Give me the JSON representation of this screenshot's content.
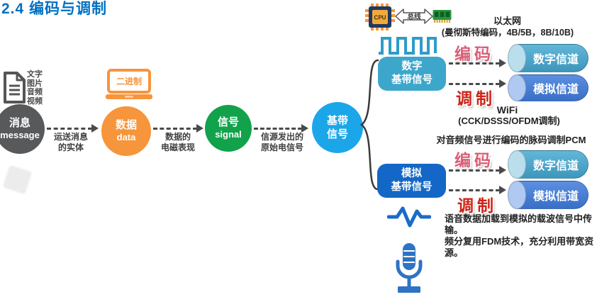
{
  "title": "2.4 编码与调制",
  "sources": {
    "doc_labels": "文字\n图片\n音频\n视频",
    "binary_badge": "二进制"
  },
  "chain": {
    "nodes": [
      {
        "label": "消息",
        "sub": "message",
        "color": "#58595B"
      },
      {
        "label": "数据",
        "sub": "data",
        "color": "#F6953B"
      },
      {
        "label": "信号",
        "sub": "signal",
        "color": "#12A24B"
      },
      {
        "label": "基带",
        "sub": "信号",
        "color": "#1BA6E9"
      }
    ],
    "edge_labels": [
      "运送消息\n的实体",
      "数据的\n电磁表现",
      "信源发出的\n原始电信号"
    ]
  },
  "hardware": {
    "cpu_label": "CPU",
    "bus_label": "总线"
  },
  "digital": {
    "node_label": "数字\n基带信号",
    "ethernet_title": "以太网",
    "ethernet_detail": "(曼彻斯特编码，4B/5B，8B/10B)",
    "encode_label": "编码",
    "modulate_label": "调制",
    "digital_channel": "数字信道",
    "analog_channel": "模拟信道",
    "wifi_title": "WiFi",
    "wifi_detail": "(CCK/DSSS/OFDM调制)"
  },
  "analog": {
    "node_label": "模拟\n基带信号",
    "pcm_note": "对音频信号进行编码的脉码调制PCM",
    "encode_label": "编码",
    "modulate_label": "调制",
    "digital_channel": "数字信道",
    "analog_channel": "模拟信道",
    "fdm_note": "语音数据加载到模拟的载波信号中传输。\n频分复用FDM技术，充分利用带宽资源。"
  },
  "colors": {
    "title_blue": "#0070C0",
    "message_gray": "#58595B",
    "data_orange": "#F6953B",
    "signal_green": "#12A24B",
    "baseband_blue": "#1BA6E9",
    "digital_box": "#3DA6CB",
    "analog_box": "#1467C6",
    "digital_channel_body": "#4FA9CD",
    "analog_channel_body": "#4C87DC",
    "encode_red": "#D95F77",
    "modulate_red": "#CC2418",
    "mic_blue": "#2E73C4"
  }
}
